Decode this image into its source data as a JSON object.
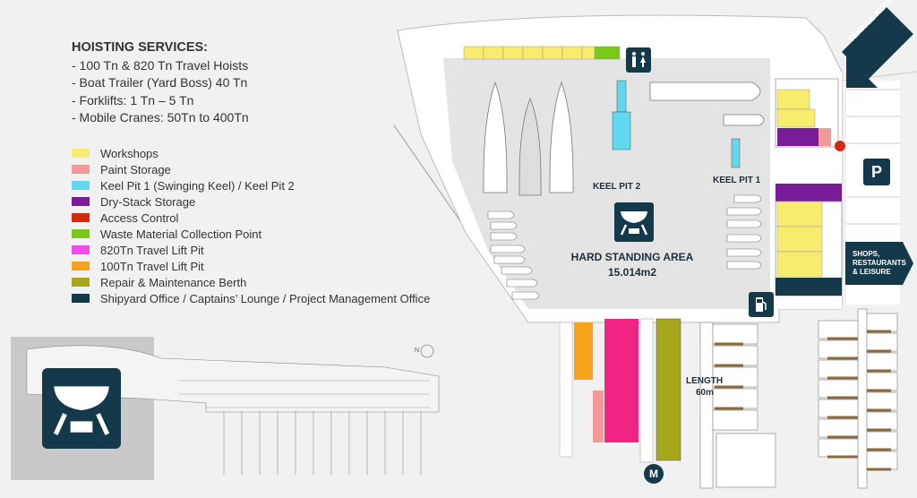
{
  "services": {
    "title": "HOISTING SERVICES:",
    "items": [
      "- 100 Tn & 820 Tn Travel Hoists",
      "- Boat Trailer (Yard Boss) 40 Tn",
      "- Forklifts: 1 Tn – 5 Tn",
      "- Mobile Cranes: 50Tn to 400Tn"
    ]
  },
  "legend": [
    {
      "label": "Workshops",
      "color": "#f7ec6e"
    },
    {
      "label": "Paint Storage",
      "color": "#f29a9a"
    },
    {
      "label": "Keel Pit 1 (Swinging Keel) / Keel Pit 2",
      "color": "#5fd8f0"
    },
    {
      "label": "Dry-Stack Storage",
      "color": "#7a1b9a"
    },
    {
      "label": "Access Control",
      "color": "#d42b10"
    },
    {
      "label": "Waste Material Collection Point",
      "color": "#7ac61a"
    },
    {
      "label": "820Tn Travel Lift Pit",
      "color": "#f04be8"
    },
    {
      "label": "100Tn Travel Lift Pit",
      "color": "#f7a21b"
    },
    {
      "label": "Repair & Maintenance Berth",
      "color": "#a6a71c"
    },
    {
      "label": "Shipyard Office / Captains’ Lounge / Project Management Office",
      "color": "#14394a"
    }
  ],
  "map": {
    "keel_pit_2": "KEEL PIT 2",
    "keel_pit_1": "KEEL PIT 1",
    "hard_standing_line1": "HARD STANDING AREA",
    "hard_standing_line2": "15.014m2",
    "length_line1": "LENGTH",
    "length_line2": "60m",
    "vehicle_access": "VEHICLE ACCESS",
    "shops_line1": "SHOPS,",
    "shops_line2": "RESTAURANTS",
    "shops_line3": "& LEISURE",
    "parking": "P",
    "m_marker": "M",
    "compass": "N"
  }
}
